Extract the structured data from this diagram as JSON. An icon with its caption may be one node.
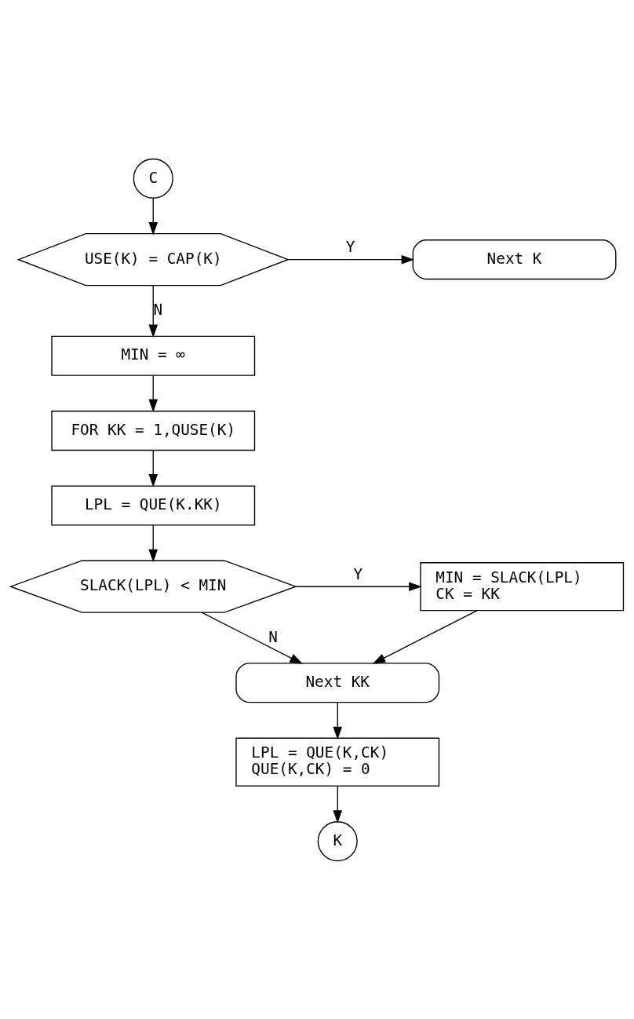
{
  "diagram": {
    "nodes": [
      {
        "text": [
          "C"
        ]
      },
      {
        "text": [
          "USE(K) = CAP(K)"
        ]
      },
      {
        "text": [
          "Next K"
        ]
      },
      {
        "text": [
          "MIN = ∞"
        ]
      },
      {
        "text": [
          "FOR KK = 1,QUSE(K)"
        ]
      },
      {
        "text": [
          "LPL = QUE(K.KK)"
        ]
      },
      {
        "text": [
          "SLACK(LPL) < MIN"
        ]
      },
      {
        "text": [
          "MIN = SLACK(LPL)",
          "CK = KK"
        ]
      },
      {
        "text": [
          "Next KK"
        ]
      },
      {
        "text": [
          "LPL = QUE(K,CK)",
          "QUE(K,CK) = 0"
        ]
      },
      {
        "text": [
          "K"
        ]
      }
    ],
    "edges": [
      {
        "from": 0,
        "to": 1,
        "arrow": "to"
      },
      {
        "from": 1,
        "to": 2,
        "arrow": "to",
        "label": "Y"
      },
      {
        "from": 1,
        "to": 3,
        "arrow": "to",
        "label": "N"
      },
      {
        "from": 3,
        "to": 4,
        "arrow": "to"
      },
      {
        "from": 4,
        "to": 5,
        "arrow": "to"
      },
      {
        "from": 5,
        "to": 6,
        "arrow": "to"
      },
      {
        "from": 6,
        "to": 7,
        "arrow": "to",
        "label": "Y"
      },
      {
        "from": 6,
        "to": 8,
        "arrow": "to",
        "label": "N"
      },
      {
        "from": 7,
        "to": 8,
        "arrow": "to"
      },
      {
        "from": 8,
        "to": 9,
        "arrow": "to"
      },
      {
        "from": 9,
        "to": 10,
        "arrow": "to"
      }
    ]
  }
}
